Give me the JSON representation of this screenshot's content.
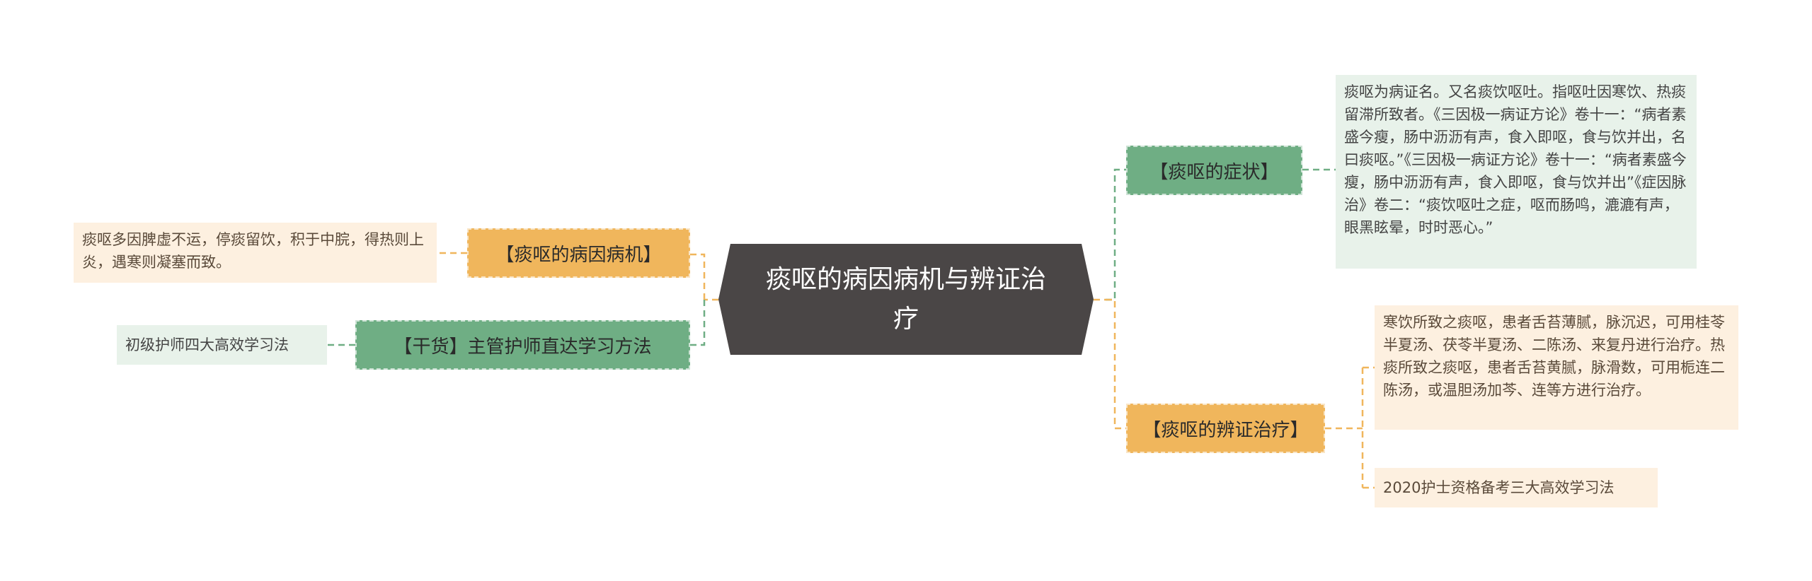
{
  "central": {
    "title": "痰呕的病因病机与辨证治疗"
  },
  "branches": {
    "symptom": {
      "label": "【痰呕的症状】"
    },
    "treatment": {
      "label": "【痰呕的辨证治疗】"
    },
    "cause": {
      "label": "【痰呕的病因病机】"
    },
    "method": {
      "label": "【干货】主管护师直达学习方法"
    }
  },
  "leaves": {
    "symptom_text": "痰呕为病证名。又名痰饮呕吐。指呕吐因寒饮、热痰留滞所致者。《三因极一病证方论》卷十一：“病者素盛今瘦，肠中沥沥有声，食入即呕，食与饮并出，名曰痰呕。”《三因极一病证方论》卷十一：“病者素盛今瘦，肠中沥沥有声，食入即呕，食与饮并出”《症因脉治》卷二：“痰饮呕吐之症，呕而肠鸣，漉漉有声，眼黑眩晕，时时恶心。”",
    "treatment_text": "寒饮所致之痰呕，患者舌苔薄腻，脉沉迟，可用桂苓半夏汤、茯苓半夏汤、二陈汤、来复丹进行治疗。热痰所致之痰呕，患者舌苔黄腻，脉滑数，可用栀连二陈汤，或温胆汤加芩、连等方进行治疗。",
    "treatment_link": "2020护士资格备考三大高效学习法",
    "cause_text": "痰呕多因脾虚不运，停痰留饮，积于中脘，得热则上炎，遇寒则凝塞而致。",
    "method_link": "初级护师四大高效学习法"
  },
  "colors": {
    "center": "#4a4646",
    "green": "#6fae84",
    "orange": "#f0b65c",
    "leaf_green": "#e8f2ea",
    "leaf_orange": "#fdf0e0"
  }
}
